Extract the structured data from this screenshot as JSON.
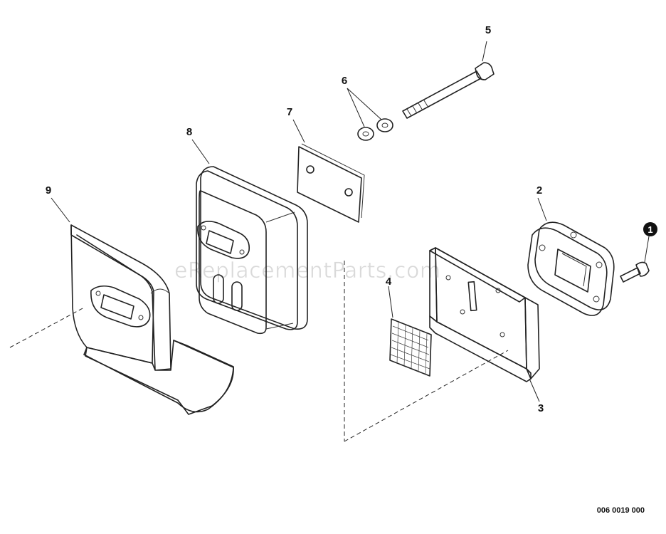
{
  "watermark": "eReplacementParts.com",
  "drawing_number": "006 0019 000",
  "callouts": {
    "c1": "1",
    "c2": "2",
    "c3": "3",
    "c4": "4",
    "c5": "5",
    "c6": "6",
    "c7": "7",
    "c8": "8",
    "c9": "9"
  }
}
